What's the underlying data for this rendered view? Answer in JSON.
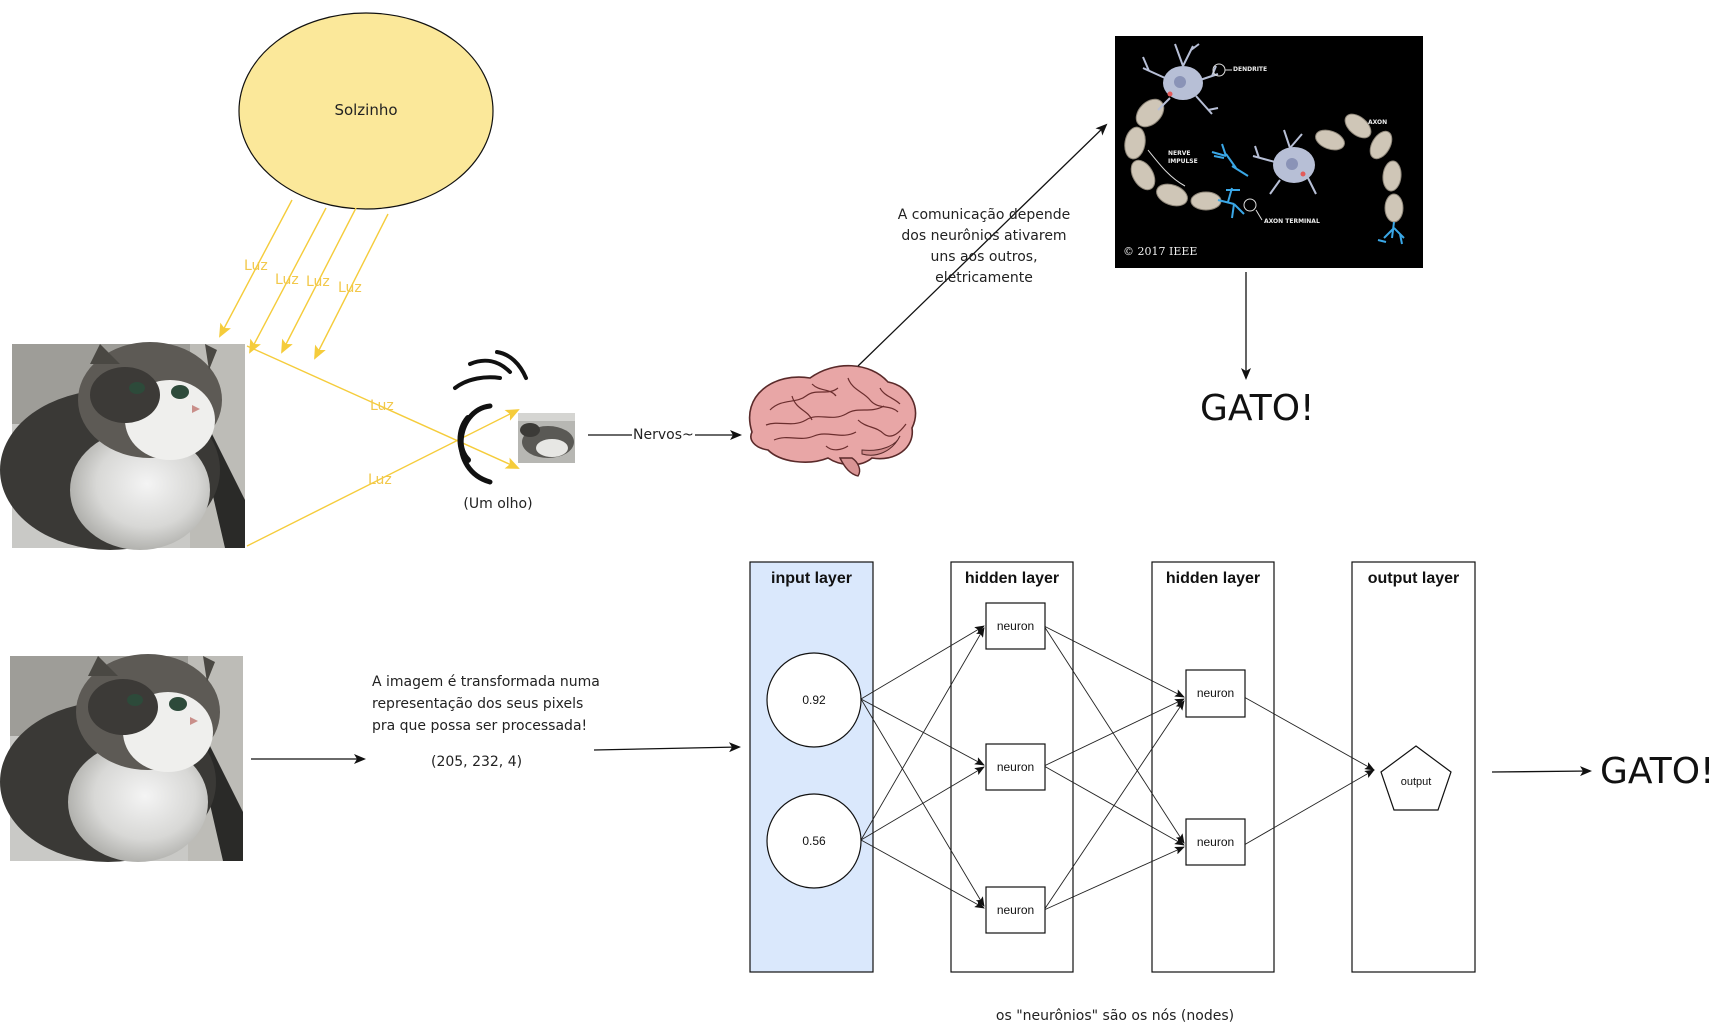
{
  "sun": {
    "label": "Solzinho",
    "color": "#fbe89a"
  },
  "light": {
    "label": "Luz",
    "color": "#f5cc3b"
  },
  "eye": {
    "caption": "(Um olho)"
  },
  "nerves": {
    "label": "Nervos~"
  },
  "brain_note": {
    "lines": [
      "A comunicação depende",
      "dos neurônios ativarem",
      "uns aos outros,",
      "eletricamente"
    ]
  },
  "neuron_illustration": {
    "labels": {
      "dendrite": "DENDRITE",
      "axon": "AXON",
      "nerve_impulse_1": "NERVE",
      "nerve_impulse_2": "IMPULSE",
      "axon_terminal": "AXON TERMINAL",
      "copyright": "© 2017 IEEE"
    }
  },
  "result_top": "GATO!",
  "result_bottom": "GATO!",
  "pixel_note": {
    "lines": [
      "A imagem é transformada numa",
      "representação dos seus pixels",
      "pra que possa ser processada!"
    ],
    "shape": "(205, 232, 4)"
  },
  "network": {
    "layers": [
      {
        "title": "input layer",
        "fill": "#dae8fc"
      },
      {
        "title": "hidden layer",
        "fill": "#ffffff"
      },
      {
        "title": "hidden layer",
        "fill": "#ffffff"
      },
      {
        "title": "output layer",
        "fill": "#ffffff"
      }
    ],
    "input_values": [
      "0.92",
      "0.56"
    ],
    "hidden1": [
      "neuron",
      "neuron",
      "neuron"
    ],
    "hidden2": [
      "neuron",
      "neuron"
    ],
    "output": "output"
  },
  "footnote": "os \"neurônios\" são os nós (nodes)"
}
